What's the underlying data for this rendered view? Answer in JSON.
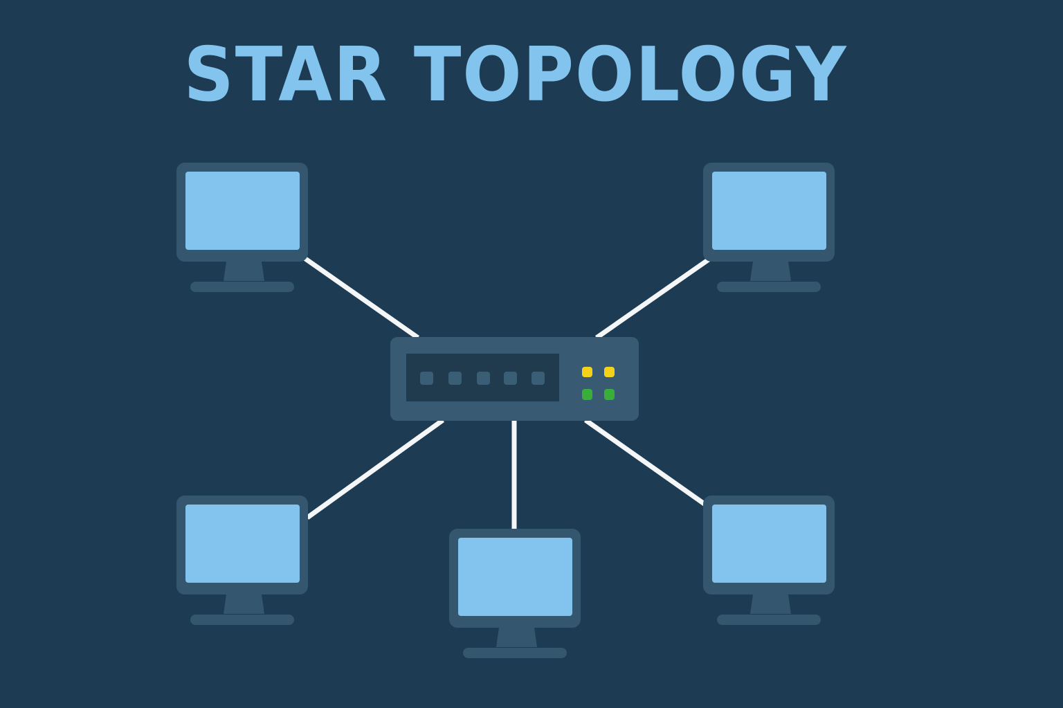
{
  "title": "STAR TOPOLOGY",
  "colors": {
    "background": "#1d3c54",
    "title": "#82c4ee",
    "monitor_frame": "#34566e",
    "monitor_screen": "#82c4ee",
    "hub_body": "#385a72",
    "hub_panel": "#1f3b4d",
    "hub_port": "#3a5e76",
    "link": "#f4f6f8",
    "led_yellow": "#f5d21a",
    "led_green": "#3aae3a"
  },
  "hub": {
    "label": "hub-switch",
    "ports": 5,
    "leds": [
      {
        "color": "yellow",
        "row": 1,
        "col": 1
      },
      {
        "color": "yellow",
        "row": 1,
        "col": 2
      },
      {
        "color": "green",
        "row": 2,
        "col": 1
      },
      {
        "color": "green",
        "row": 2,
        "col": 2
      }
    ]
  },
  "nodes": [
    {
      "id": "computer-top-left",
      "position": "top-left"
    },
    {
      "id": "computer-top-right",
      "position": "top-right"
    },
    {
      "id": "computer-bottom-left",
      "position": "bottom-left"
    },
    {
      "id": "computer-bottom-center",
      "position": "bottom-center"
    },
    {
      "id": "computer-bottom-right",
      "position": "bottom-right"
    }
  ],
  "links": [
    {
      "from": "hub",
      "to": "computer-top-left"
    },
    {
      "from": "hub",
      "to": "computer-top-right"
    },
    {
      "from": "hub",
      "to": "computer-bottom-left"
    },
    {
      "from": "hub",
      "to": "computer-bottom-center"
    },
    {
      "from": "hub",
      "to": "computer-bottom-right"
    }
  ]
}
